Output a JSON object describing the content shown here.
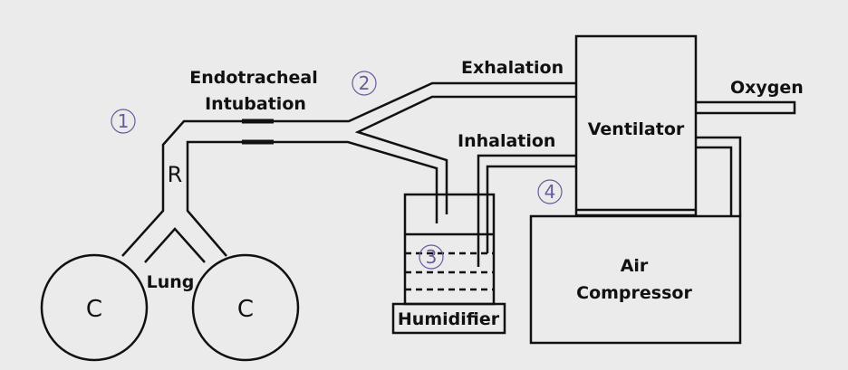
{
  "labels": {
    "endotracheal": "Endotracheal",
    "intubation": "Intubation",
    "exhalation": "Exhalation",
    "inhalation": "Inhalation",
    "oxygen": "Oxygen",
    "ventilator": "Ventilator",
    "air": "Air",
    "compressor": "Compressor",
    "humidifier": "Humidifier",
    "lung": "Lung",
    "r": "R",
    "c_left": "C",
    "c_right": "C"
  },
  "markers": [
    "1",
    "2",
    "3",
    "4"
  ],
  "colors": {
    "marker": "#6a5a9a",
    "line": "#111111",
    "background": "#ebebeb"
  }
}
